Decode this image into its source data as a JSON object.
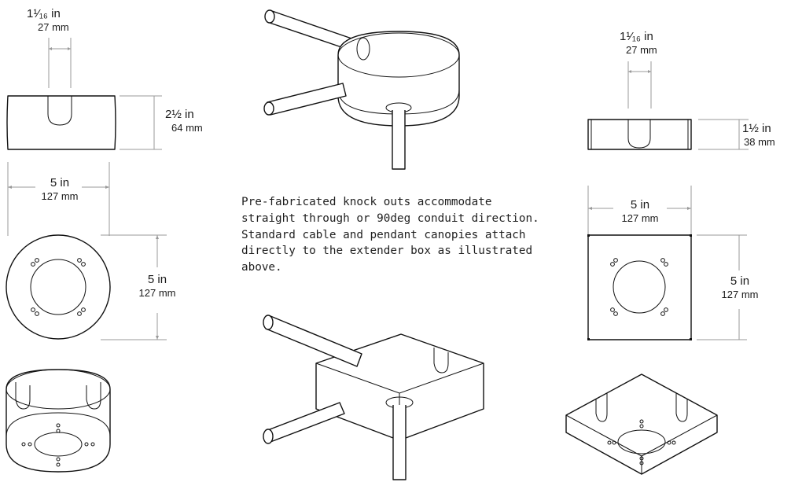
{
  "dimensions": {
    "slot_width_round": {
      "imperial": "1¹⁄₁₆ in",
      "metric": "27 mm"
    },
    "height_round": {
      "imperial": "2½ in",
      "metric": "64 mm"
    },
    "diameter_width": {
      "imperial": "5 in",
      "metric": "127 mm"
    },
    "diameter_height": {
      "imperial": "5 in",
      "metric": "127 mm"
    },
    "slot_width_square": {
      "imperial": "1¹⁄₁₆ in",
      "metric": "27 mm"
    },
    "height_square": {
      "imperial": "1½ in",
      "metric": "38 mm"
    },
    "square_width": {
      "imperial": "5 in",
      "metric": "127 mm"
    },
    "square_height": {
      "imperial": "5 in",
      "metric": "127 mm"
    }
  },
  "caption": "Pre-fabricated knock outs accommodate straight through or 90deg conduit direction. Standard cable and pendant canopies attach directly to the extender box as illustrated above.",
  "colors": {
    "line": "#111111",
    "dimension_line": "#999999",
    "background": "#ffffff"
  }
}
